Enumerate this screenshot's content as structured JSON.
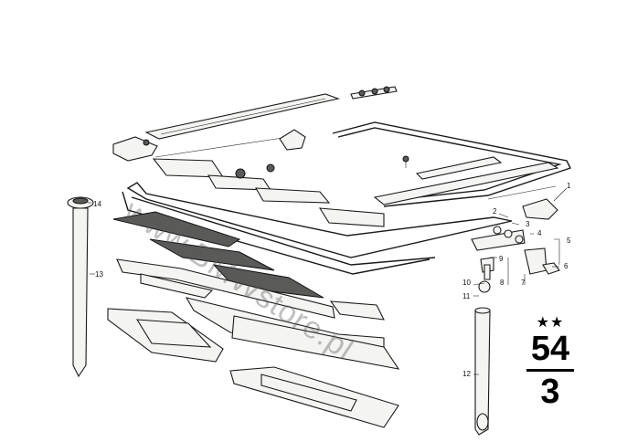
{
  "diagram": {
    "watermark": "www.BMWstore.pl",
    "group": {
      "stars": "★★",
      "main": "54",
      "sub": "3"
    },
    "callouts": [
      "1",
      "2",
      "3",
      "4",
      "5",
      "6",
      "7",
      "8",
      "9",
      "10",
      "11",
      "12",
      "13",
      "14"
    ]
  }
}
